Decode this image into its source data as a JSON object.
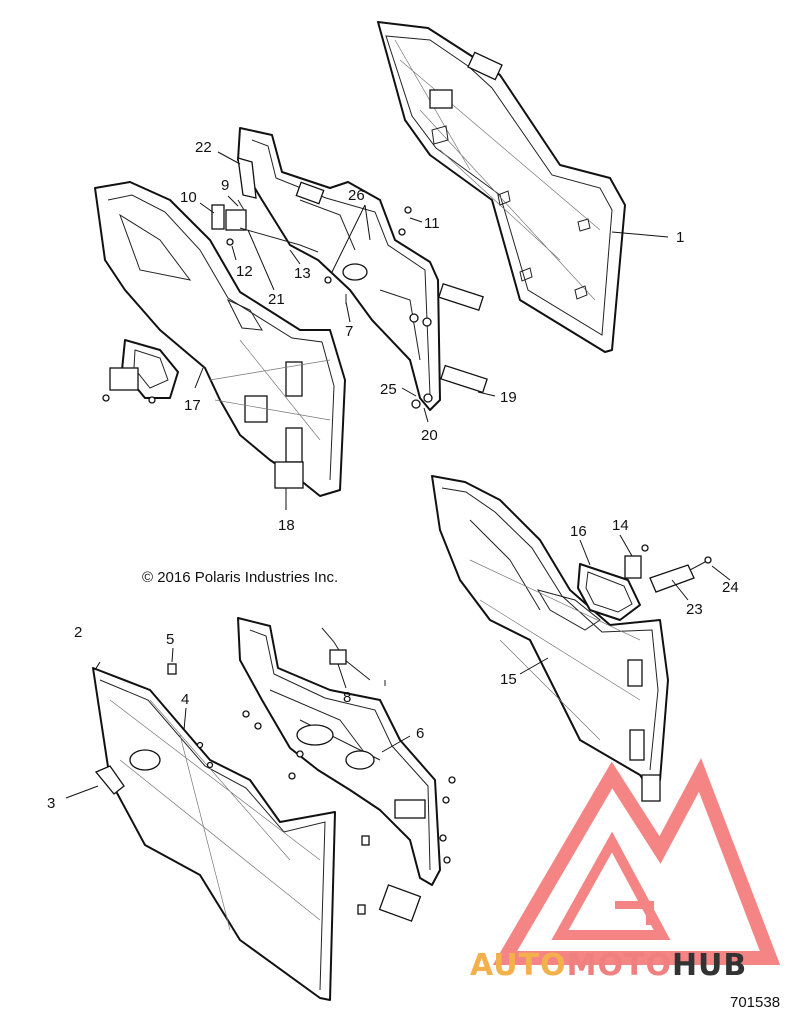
{
  "diagram": {
    "copyright": "© 2016 Polaris Industries Inc.",
    "part_number": "701538",
    "watermark": {
      "part1": "AUTO",
      "part2": "MOTO",
      "part3": "HUB",
      "color1": "#f4b04a",
      "color2": "#f08080",
      "color3": "#333333",
      "logo_color": "#f25c5c"
    },
    "callouts": [
      "1",
      "2",
      "3",
      "4",
      "5",
      "6",
      "7",
      "8",
      "9",
      "10",
      "11",
      "12",
      "13",
      "14",
      "15",
      "16",
      "17",
      "18",
      "19",
      "20",
      "21",
      "22",
      "23",
      "24",
      "25",
      "26"
    ]
  }
}
